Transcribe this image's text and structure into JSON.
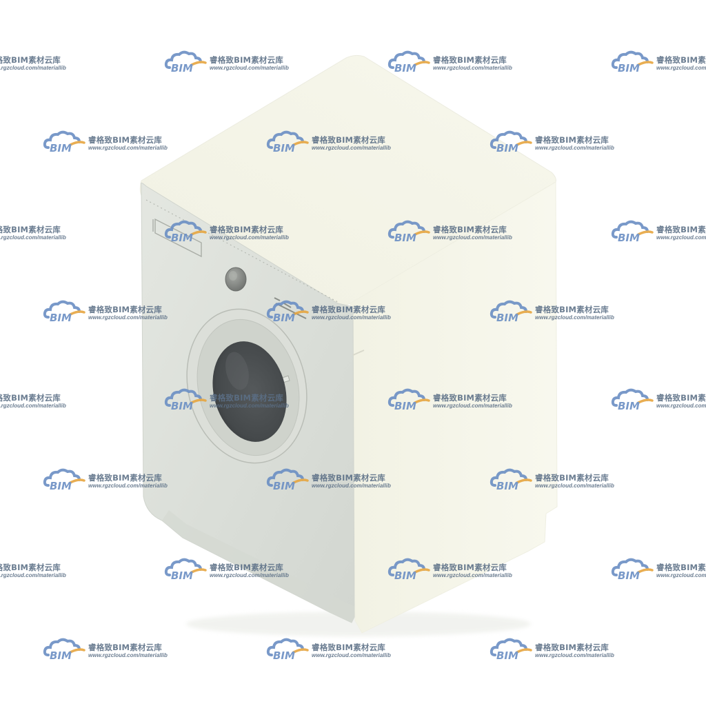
{
  "watermark": {
    "logo_text": "BIM",
    "title": "睿格致BIM素材云库",
    "url": "www.rgzcloud.com/materiallib",
    "colors": {
      "cloud": "#6b8fc4",
      "swoosh": "#e7a640",
      "text": "#5b6f86"
    }
  },
  "object": {
    "name": "front-loading washing machine",
    "colors": {
      "front": "#dfe2dc",
      "side": "#f6f6ea",
      "top": "#f4f4e6",
      "porthole_glass": "#4a4e50",
      "door_ring": "#c9ccc6",
      "knob": "#7f827f"
    }
  }
}
